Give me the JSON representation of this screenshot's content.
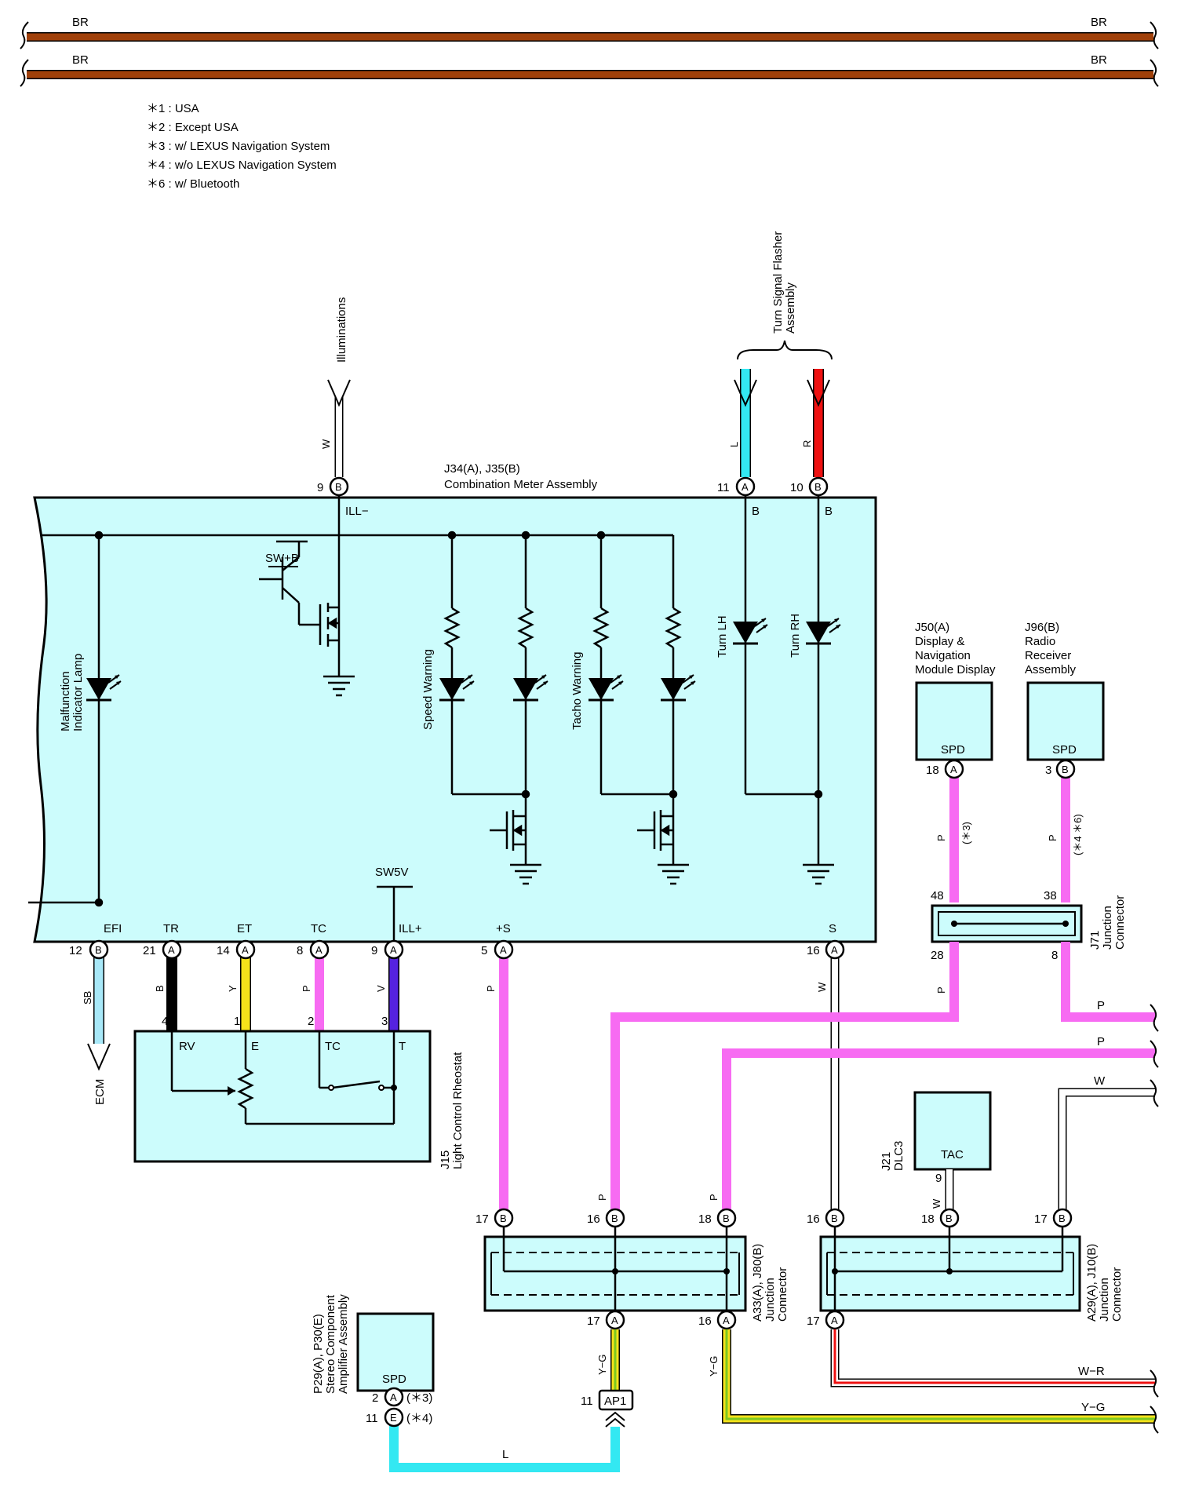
{
  "colors": {
    "BR": "#a0400a",
    "SB": "#a8e8f8",
    "B": "#000000",
    "Y": "#f5e21a",
    "P": "#f76bf2",
    "V": "#5522e0",
    "W": "#ffffff",
    "L": "#33e8f2",
    "R": "#ee1111",
    "YG_outer": "#f5e21a",
    "YG_stripe": "#7cc822",
    "WR_stripe": "#ee1111",
    "box_fill": "#ccfcfc"
  },
  "top_wires": {
    "wire1_left": "BR",
    "wire1_right": "BR",
    "wire2_left": "BR",
    "wire2_right": "BR"
  },
  "notes": [
    "＊1 : USA",
    "＊2 : Except USA",
    "＊3 : w/ LEXUS Navigation System",
    "＊4 : w/o LEXUS Navigation System",
    "＊6 : w/ Bluetooth"
  ],
  "meter": {
    "id_line": "J34(A), J35(B)",
    "name": "Combination Meter Assembly",
    "illum_label": "Illuminations",
    "flasher_line1": "Turn Signal Flasher",
    "flasher_line2": "Assembly",
    "pin_w": "W",
    "pin_l": "L",
    "pin_r": "R",
    "pin9": "9",
    "pin11": "11",
    "pin10": "10",
    "conn_b": "B",
    "conn_a": "A",
    "term_ill_minus": "ILL−",
    "term_b1": "B",
    "term_b2": "B",
    "sw_b": "SW+B",
    "sw5v": "SW5V",
    "mil_line1": "Malfunction",
    "mil_line2": "Indicator Lamp",
    "speed_warning": "Speed Warning",
    "tacho_warning": "Tacho Warning",
    "turn_lh": "Turn LH",
    "turn_rh": "Turn RH",
    "term_efi": "EFI",
    "term_tr": "TR",
    "term_et": "ET",
    "term_tc": "TC",
    "term_ill_plus": "ILL+",
    "term_s_plus": "+S",
    "term_s": "S",
    "pin12": "12",
    "pin21": "21",
    "pin14": "14",
    "pin8": "8",
    "pin9b": "9",
    "pin5": "5",
    "pin16": "16",
    "w_sb": "SB",
    "w_b": "B",
    "w_y": "Y",
    "w_p": "P",
    "w_v": "V",
    "w_p2": "P",
    "w_w": "W",
    "ecm": "ECM"
  },
  "rheostat": {
    "id": "J15",
    "name": "Light Control Rheostat",
    "p4": "4",
    "p1": "1",
    "p2": "2",
    "p3": "3",
    "rv": "RV",
    "e": "E",
    "tc": "TC",
    "t": "T"
  },
  "display": {
    "id": "J50(A)",
    "line1": "Display &",
    "line2": "Navigation",
    "line3": "Module Display",
    "spd": "SPD",
    "pin": "18",
    "wire": "P",
    "note": "(＊3)"
  },
  "radio": {
    "id": "J96(B)",
    "line1": "Radio",
    "line2": "Receiver",
    "line3": "Assembly",
    "spd": "SPD",
    "pin": "3",
    "wire": "P",
    "note": "(＊4 ＊6)"
  },
  "j71": {
    "id": "J71",
    "line1": "Junction",
    "line2": "Connector",
    "p48": "48",
    "p38": "38",
    "p28": "28",
    "p8": "8",
    "w_p": "P"
  },
  "right_wires": {
    "p1": "P",
    "p2": "P",
    "w": "W",
    "wr": "W−R",
    "yg": "Y−G"
  },
  "dlc3": {
    "id": "J21",
    "name": "DLC3",
    "tac": "TAC",
    "pin": "9",
    "wire": "W"
  },
  "jc_a33": {
    "id": "A33(A), J80(B)",
    "line1": "Junction",
    "line2": "Connector",
    "p17": "17",
    "p16": "16",
    "p18": "18",
    "p17a": "17",
    "p16a": "16",
    "w_p1": "P",
    "w_p2": "P",
    "w_yg1": "Y−G",
    "w_yg2": "Y−G"
  },
  "jc_a29": {
    "id": "A29(A), J10(B)",
    "line1": "Junction",
    "line2": "Connector",
    "p16": "16",
    "p18": "18",
    "p17": "17",
    "p17a": "17",
    "w_w": "W"
  },
  "amp": {
    "id": "P29(A), P30(E)",
    "line1": "Stereo Component",
    "line2": "Amplifier Assembly",
    "spd": "SPD",
    "p2": "2",
    "p11": "11",
    "note3": "(＊3)",
    "note4": "(＊4)",
    "conn_a": "A",
    "conn_e": "E"
  },
  "ap1": {
    "id": "AP1",
    "pin": "11",
    "wire": "L"
  }
}
